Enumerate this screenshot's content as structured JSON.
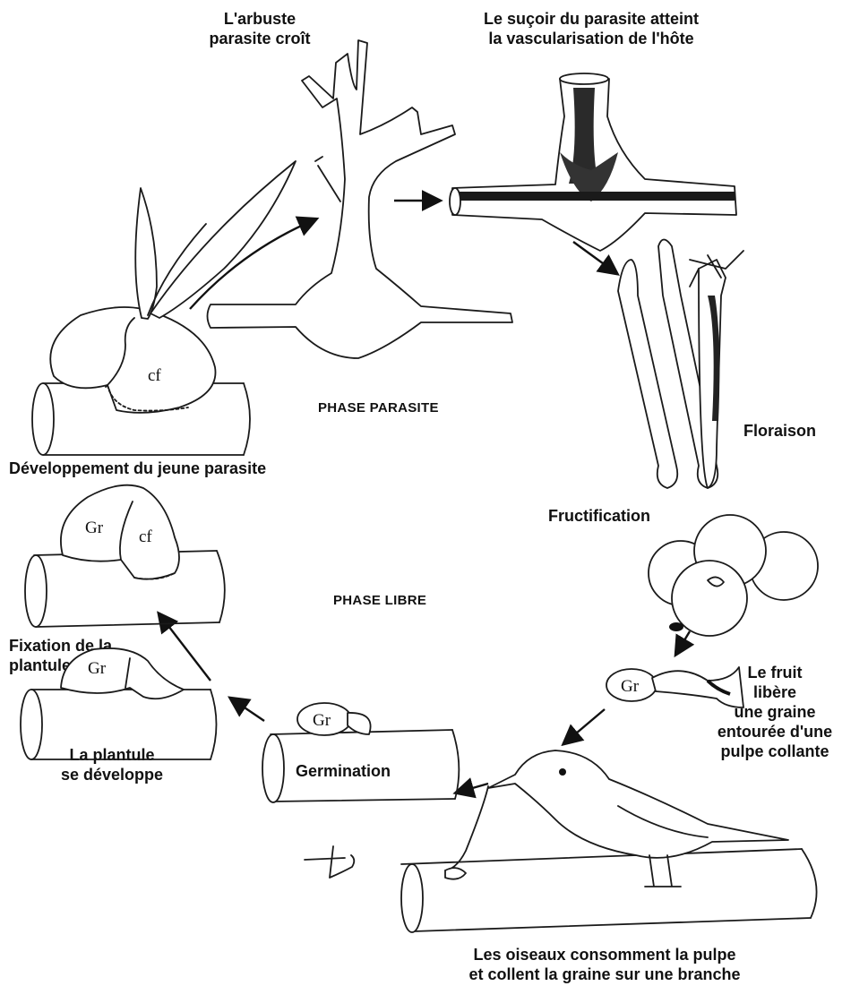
{
  "labels": {
    "parasite_grows": "L'arbuste\nparasite croît",
    "haustorium": "Le suçoir du parasite atteint\nla vascularisation de l'hôte",
    "flowering": "Floraison",
    "fruiting": "Fructification",
    "fruit_release": "Le fruit\nlibère\nune graine\nentourée d'une\npulpe collante",
    "birds": "Les oiseaux consomment la pulpe\net collent la graine sur une branche",
    "germination": "Germination",
    "seedling_develops": "La plantule\nse développe",
    "seedling_fixation": "Fixation de la\nplantule",
    "young_parasite": "Développement du jeune parasite",
    "phase_parasite": "PHASE PARASITE",
    "phase_libre": "PHASE LIBRE"
  },
  "figure_marks": {
    "cf": "cf",
    "gr": "Gr",
    "signature": "AR"
  }
}
